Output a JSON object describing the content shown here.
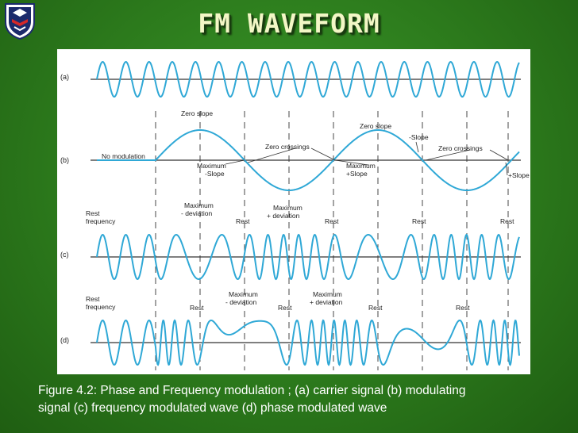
{
  "slide": {
    "title": "FM WAVEFORM",
    "caption_line1": "Figure 4.2: Phase and Frequency modulation ; (a) carrier signal (b) modulating",
    "caption_line2": "signal (c) frequency modulated wave (d) phase modulated wave"
  },
  "colors": {
    "background": "#2f7d1e",
    "title": "#f3f7c6",
    "wave": "#2fa8d6"
  },
  "logo": {
    "icon": "university-crest-icon"
  },
  "figure": {
    "panel_labels": [
      "(a)",
      "(b)",
      "(c)",
      "(d)"
    ],
    "annotations": {
      "zero_slope_1": "Zero slope",
      "zero_slope_2": "Zero slope",
      "neg_slope": "-Slope",
      "no_modulation": "No modulation",
      "zero_crossings_1": "Zero crossings",
      "zero_crossings_2": "Zero crossings",
      "maximum_1": "Maximum",
      "maximum_neg_slope": "-Slope",
      "maximum_2": "Maximum",
      "maximum_pos_slope": "+Slope",
      "pos_slope": "+Slope",
      "c_rest_freq_1": "Rest",
      "c_rest_freq_2": "frequency",
      "c_max_1": "Maximum",
      "c_dev_1": "- deviation",
      "c_max_2": "Maximum",
      "c_dev_2": "+ deviation",
      "c_rest_1": "Rest",
      "c_rest_2": "Rest",
      "c_rest_3": "Rest",
      "c_rest_4": "Rest",
      "d_rest_freq_1": "Rest",
      "d_rest_freq_2": "frequency",
      "d_max_1": "Maximum",
      "d_dev_1": "- deviation",
      "d_max_2": "Maximum",
      "d_dev_2": "+ deviation",
      "d_rest_1": "Rest",
      "d_rest_2": "Rest",
      "d_rest_3": "Rest",
      "d_rest_4": "Rest"
    }
  }
}
